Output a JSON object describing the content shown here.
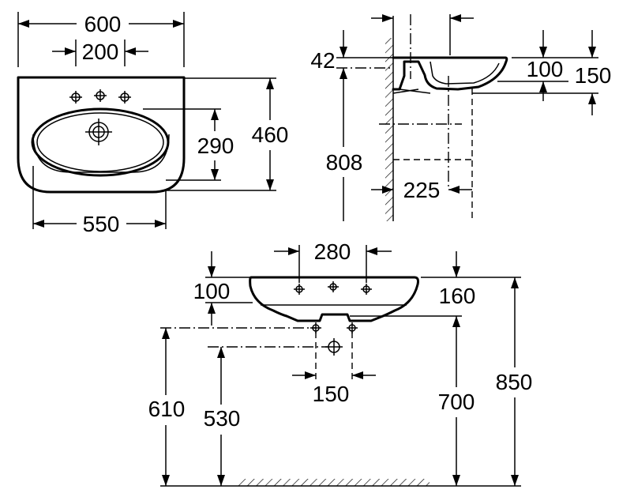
{
  "drawing": {
    "top_view": {
      "overall_width": "600",
      "tap_hole_spacing": "200",
      "depth": "460",
      "bowl_depth": "290",
      "wall_width": "550"
    },
    "side_view": {
      "top_offset": "42",
      "bowl_height": "100",
      "overall_height": "150",
      "fixing_height": "808",
      "waste_projection": "225"
    },
    "front_view": {
      "tap_spread": "280",
      "front_rim": "100",
      "rear_rim": "160",
      "supply_spacing": "150",
      "supply_height_high": "610",
      "supply_height_low": "530",
      "waste_height": "700",
      "rim_height": "850"
    }
  }
}
